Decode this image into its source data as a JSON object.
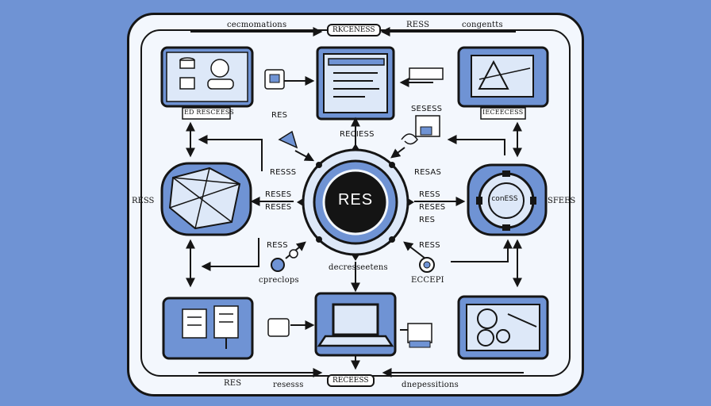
{
  "center": {
    "label": "RES"
  },
  "top": {
    "left_label": "cecmomations",
    "center_tag": "RƘCENESS",
    "right_label_1": "RESS",
    "right_label_2": "congentts"
  },
  "bottom": {
    "left_label_1": "RES",
    "left_label_2": "resesss",
    "center_tag": "REĆEESS",
    "right_label": "dnepessitions"
  },
  "sides": {
    "left": "RESS",
    "right": "SFEES"
  },
  "nodes": {
    "top_left_caption": "ED RESCEESS",
    "top_right_caption": "IECEECESS",
    "gear_label": "conESS"
  },
  "labels": {
    "res_top_left": "RES",
    "reciess": "RECIESS",
    "sesess": "SESESS",
    "resss_left": "RESSS",
    "resas_right": "RESAS",
    "reses_left_1": "RESES",
    "reses_left_2": "RESES",
    "reses_right_1": "RESS",
    "reses_right_2": "RESES",
    "res_right": "RES",
    "ress_lower_left": "RESS",
    "ress_lower_right": "RESS",
    "cpreclops": "cpreclops",
    "decresseetens": "decresseetens",
    "ecepi": "ECCEPI"
  },
  "colors": {
    "accent": "#6f93d4",
    "ink": "#151515",
    "paper": "#f3f7fd"
  }
}
